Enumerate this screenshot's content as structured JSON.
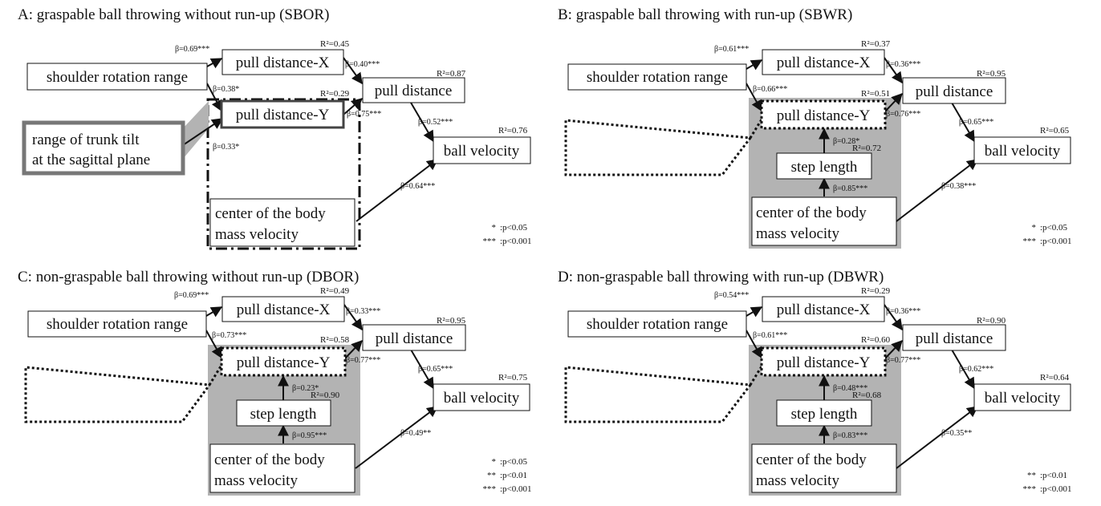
{
  "panels": [
    {
      "id": "A",
      "title": "A: graspable ball throwing without run-up (SBOR)",
      "nodes": {
        "shoulder": "shoulder rotation range",
        "px": "pull distance-X",
        "py": "pull distance-Y",
        "pd": "pull distance",
        "bv": "ball velocity",
        "trunk1": "range of trunk tilt",
        "trunk2": "at the sagittal plane",
        "cb1": "center of the body",
        "cb2": "mass velocity"
      },
      "r2": {
        "px": "R²=0.45",
        "py": "R²=0.29",
        "pd": "R²=0.87",
        "bv": "R²=0.76"
      },
      "betas": {
        "sh_px": "β=0.69***",
        "sh_py": "β=0.38*",
        "px_pd": "β=0.40***",
        "py_pd": "β=0.75***",
        "pd_bv": "β=0.52***",
        "cb_bv": "β=0.64***",
        "trunk_py": "β=0.33*"
      },
      "legend": [
        {
          "stars": "*",
          "text": ":p<0.05"
        },
        {
          "stars": "***",
          "text": ":p<0.001"
        }
      ]
    },
    {
      "id": "B",
      "title": "B: graspable ball throwing with run-up (SBWR)",
      "nodes": {
        "shoulder": "shoulder rotation range",
        "px": "pull distance-X",
        "py": "pull distance-Y",
        "pd": "pull distance",
        "bv": "ball velocity",
        "sl": "step length",
        "cb1": "center of the body",
        "cb2": "mass velocity"
      },
      "r2": {
        "px": "R²=0.37",
        "py": "R²=0.51",
        "pd": "R²=0.95",
        "bv": "R²=0.65",
        "sl": "R²=0.72"
      },
      "betas": {
        "sh_px": "β=0.61***",
        "sh_py": "β=0.66***",
        "px_pd": "β=0.36***",
        "py_pd": "β=0.76***",
        "pd_bv": "β=0.65***",
        "cb_bv": "β=0.38***",
        "sl_py": "β=0.28*",
        "cb_sl": "β=0.85***"
      },
      "legend": [
        {
          "stars": "*",
          "text": ":p<0.05"
        },
        {
          "stars": "***",
          "text": ":p<0.001"
        }
      ]
    },
    {
      "id": "C",
      "title": "C: non-graspable ball throwing without run-up (DBOR)",
      "nodes": {
        "shoulder": "shoulder rotation range",
        "px": "pull distance-X",
        "py": "pull distance-Y",
        "pd": "pull distance",
        "bv": "ball velocity",
        "sl": "step length",
        "cb1": "center of the body",
        "cb2": "mass velocity"
      },
      "r2": {
        "px": "R²=0.49",
        "py": "R²=0.58",
        "pd": "R²=0.95",
        "bv": "R²=0.75",
        "sl": "R²=0.90"
      },
      "betas": {
        "sh_px": "β=0.69***",
        "sh_py": "β=0.73***",
        "px_pd": "β=0.33***",
        "py_pd": "β=0.77***",
        "pd_bv": "β=0.65***",
        "cb_bv": "β=0.49**",
        "sl_py": "β=0.23*",
        "cb_sl": "β=0.95***"
      },
      "legend": [
        {
          "stars": "*",
          "text": ":p<0.05"
        },
        {
          "stars": "**",
          "text": ":p<0.01"
        },
        {
          "stars": "***",
          "text": ":p<0.001"
        }
      ]
    },
    {
      "id": "D",
      "title": "D: non-graspable ball throwing with run-up (DBWR)",
      "nodes": {
        "shoulder": "shoulder rotation range",
        "px": "pull distance-X",
        "py": "pull distance-Y",
        "pd": "pull distance",
        "bv": "ball velocity",
        "sl": "step length",
        "cb1": "center of the body",
        "cb2": "mass velocity"
      },
      "r2": {
        "px": "R²=0.29",
        "py": "R²=0.60",
        "pd": "R²=0.90",
        "bv": "R²=0.64",
        "sl": "R²=0.68"
      },
      "betas": {
        "sh_px": "β=0.54***",
        "sh_py": "β=0.61***",
        "px_pd": "β=0.36***",
        "py_pd": "β=0.77***",
        "pd_bv": "β=0.62***",
        "cb_bv": "β=0.35**",
        "sl_py": "β=0.48***",
        "cb_sl": "β=0.83***"
      },
      "legend": [
        {
          "stars": "**",
          "text": ":p<0.01"
        },
        {
          "stars": "***",
          "text": ":p<0.001"
        }
      ]
    }
  ],
  "colors": {
    "ink": "#111111",
    "shade": "#b3b3b3",
    "background": "#ffffff"
  }
}
